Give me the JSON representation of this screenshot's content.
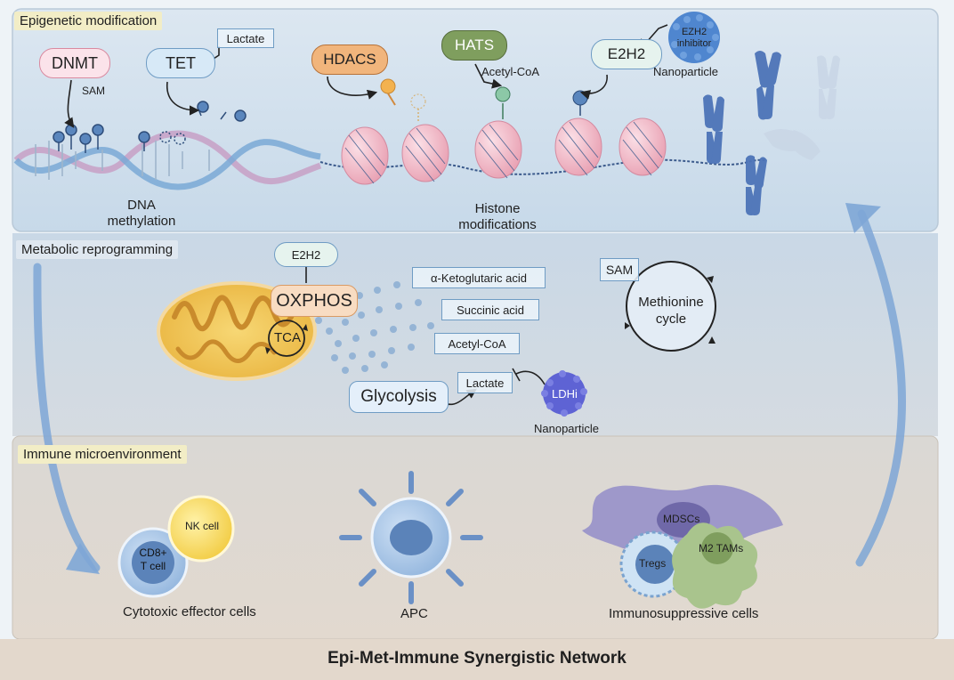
{
  "sections": {
    "epigenetic": "Epigenetic modification",
    "metabolic": "Metabolic reprogramming",
    "immune": "Immune microenvironment"
  },
  "epigenetic": {
    "dnmt": "DNMT",
    "sam": "SAM",
    "tet": "TET",
    "lactate": "Lactate",
    "hdacs": "HDACS",
    "hats": "HATS",
    "acetyl_coa": "Acetyl-CoA",
    "e2h2": "E2H2",
    "ezh2_inhibitor_line1": "EZH2",
    "ezh2_inhibitor_line2": "inhibitor",
    "nanoparticle": "Nanoparticle",
    "dna_methylation_line1": "DNA",
    "dna_methylation_line2": "methylation",
    "histone_line1": "Histone",
    "histone_line2": "modifications"
  },
  "metabolic": {
    "e2h2": "E2H2",
    "oxphos": "OXPHOS",
    "tca": "TCA",
    "alpha_kg": "α-Ketoglutaric acid",
    "succinic": "Succinic acid",
    "acetyl_coa": "Acetyl-CoA",
    "glycolysis": "Glycolysis",
    "lactate": "Lactate",
    "ldhi": "LDHi",
    "nanoparticle": "Nanoparticle",
    "sam": "SAM",
    "methionine_line1": "Methionine",
    "methionine_line2": "cycle"
  },
  "immune": {
    "nk": "NK cell",
    "cd8_line1": "CD8+",
    "cd8_line2": "T cell",
    "cytotoxic": "Cytotoxic effector cells",
    "apc": "APC",
    "mdscs": "MDSCs",
    "tregs": "Tregs",
    "m2": "M2 TAMs",
    "immunosuppressive": "Immunosuppressive cells"
  },
  "footer": {
    "title": "Epi-Met-Immune Synergistic Network"
  },
  "colors": {
    "dnmt_fill": "#fbe3ea",
    "dnmt_stroke": "#d98aa0",
    "tet_fill": "#d7e9f7",
    "hdacs_fill": "#f1b57c",
    "hats_fill": "#7f9e5e",
    "e2h2_fill": "#e6f3ee",
    "ldhi_fill": "#5e63d4",
    "oxphos_fill": "#f8dcc2",
    "arrow_blue": "#7ea6d6",
    "section_label_bg": "#f2edc6"
  }
}
